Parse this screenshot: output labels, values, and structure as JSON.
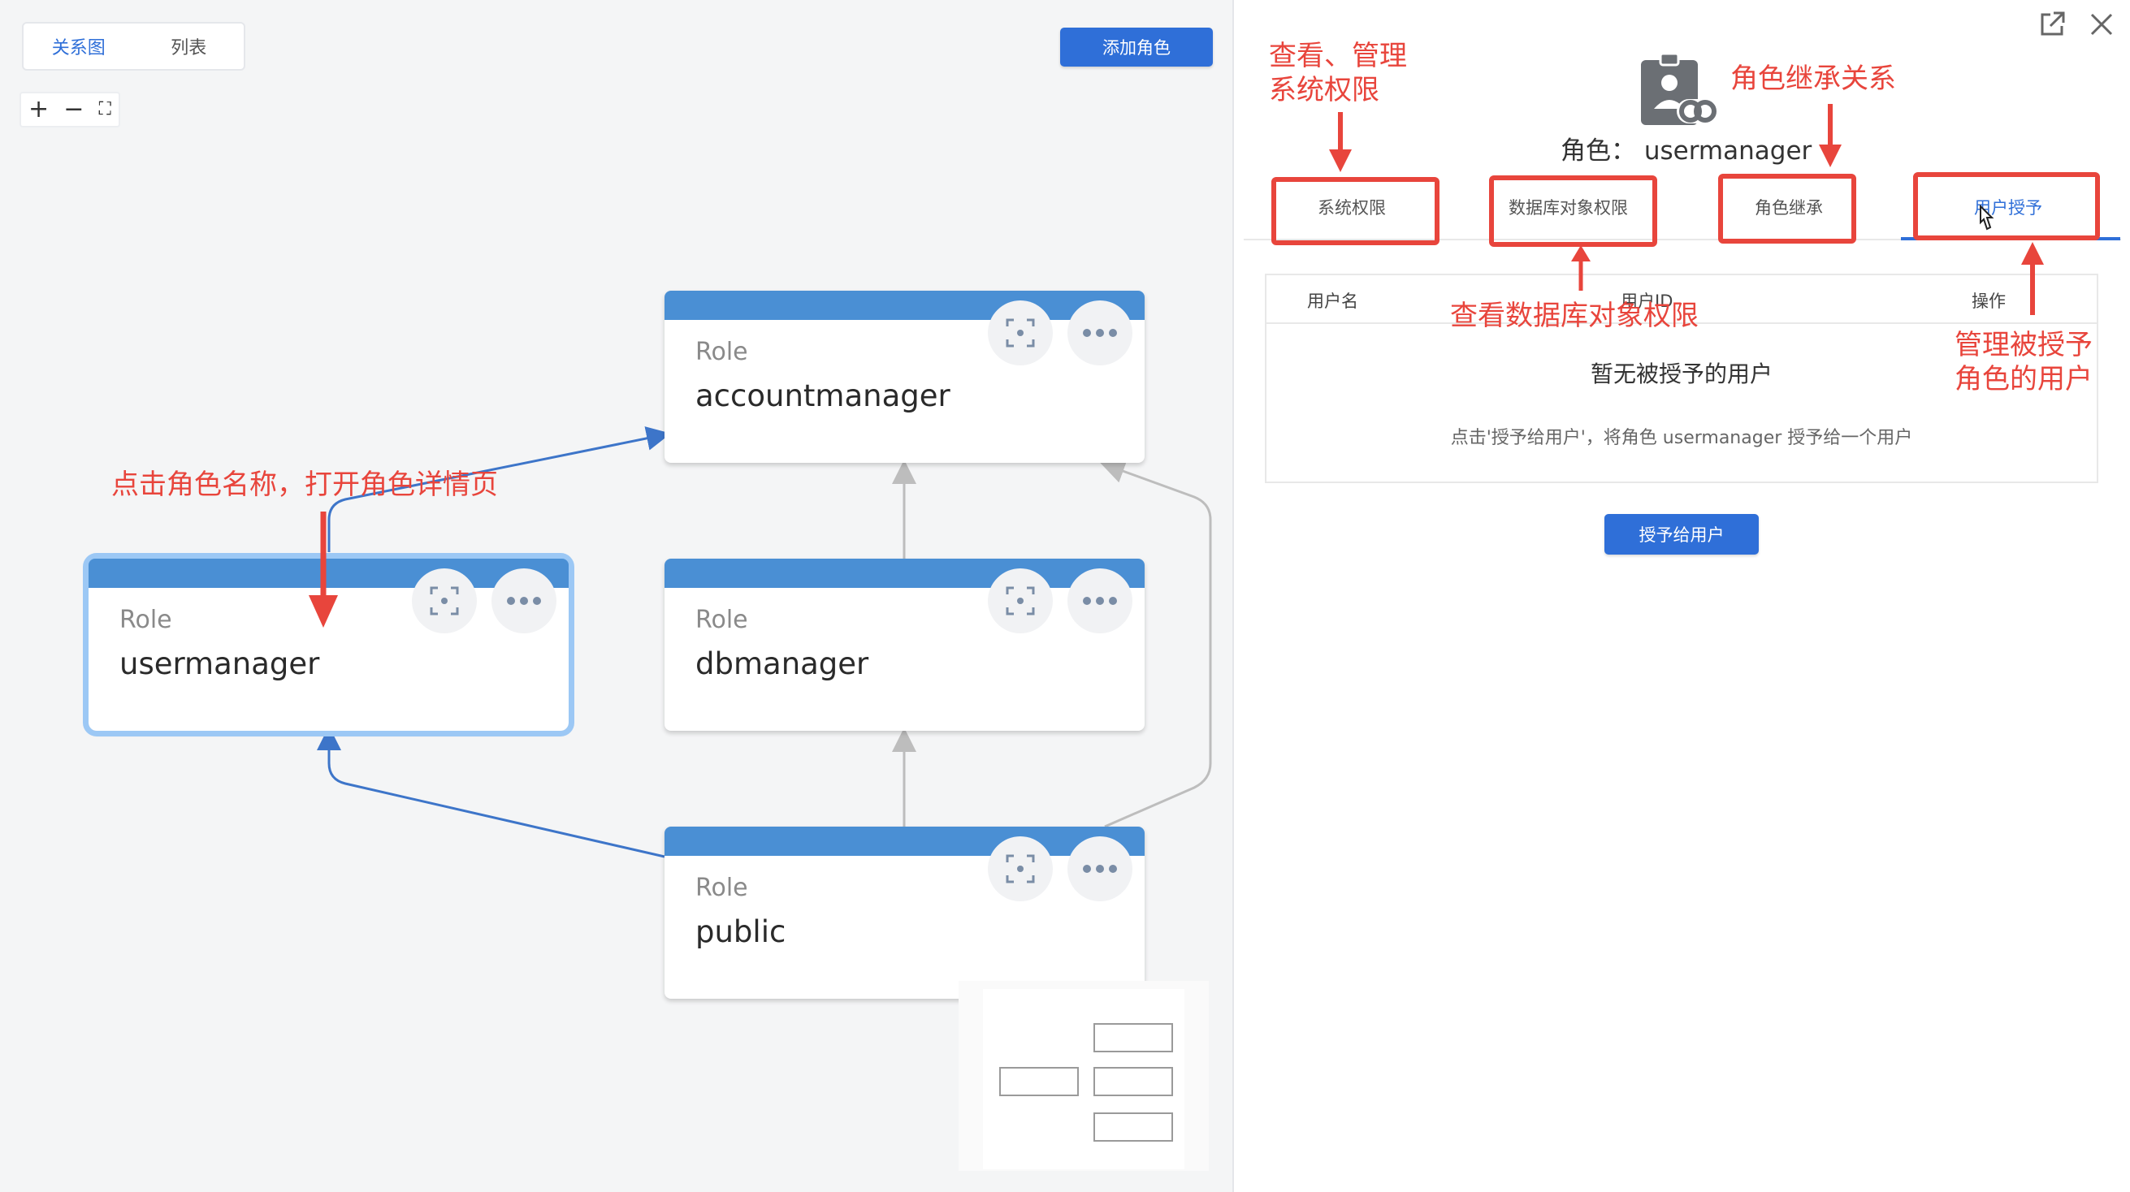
{
  "canvas": {
    "view_tabs": [
      "关系图",
      "列表"
    ],
    "zoom_controls": {
      "zoom_in": "+",
      "zoom_out": "−",
      "fit": "⛶"
    },
    "add_role_button": "添加角色",
    "nodes": [
      {
        "type": "Role",
        "name": "accountmanager"
      },
      {
        "type": "Role",
        "name": "usermanager"
      },
      {
        "type": "Role",
        "name": "dbmanager"
      },
      {
        "type": "Role",
        "name": "public"
      }
    ]
  },
  "panel": {
    "role_label": "角色：",
    "role_name": "usermanager",
    "tabs": [
      "系统权限",
      "数据库对象权限",
      "角色继承",
      "用户授予"
    ],
    "active_tab": "用户授予",
    "table": {
      "columns": [
        "用户名",
        "用户ID",
        "操作"
      ],
      "empty_title": "暂无被授予的用户",
      "empty_hint": "点击'授予给用户'，将角色 usermanager 授予给一个用户"
    },
    "grant_button": "授予给用户"
  },
  "annotations": {
    "click_name": "点击角色名称，打开角色详情页",
    "sys_perm": [
      "查看、管理",
      "系统权限"
    ],
    "db_perm": "查看数据库对象权限",
    "inherit": "角色继承关系",
    "grant": [
      "管理被授予",
      "角色的用户"
    ]
  },
  "colors": {
    "accent": "#2f6fd8",
    "node_header": "#4a8fd4",
    "annotation": "#e8453c",
    "selected_outline": "#9cc8f5"
  }
}
